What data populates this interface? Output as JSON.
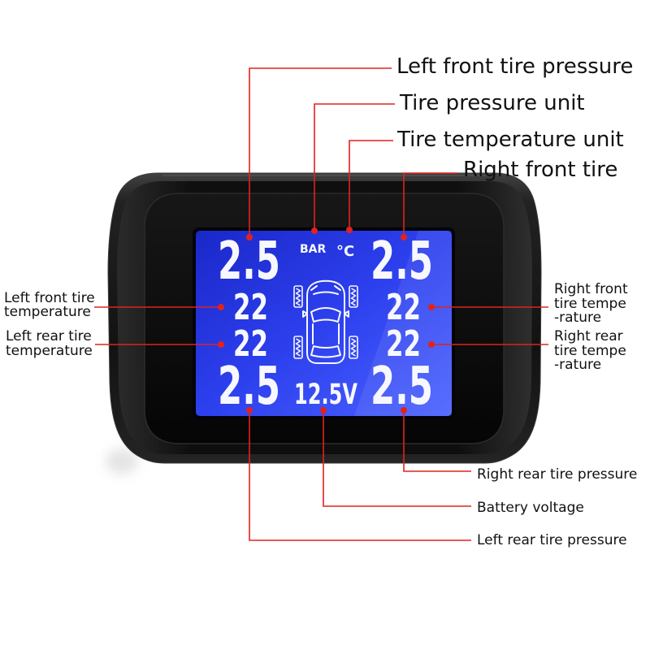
{
  "callouts": {
    "left_front_tire_pressure": "Left front tire pressure",
    "tire_pressure_unit": "Tire pressure unit",
    "tire_temperature_unit": "Tire temperature unit",
    "right_front_tire": "Right front tire",
    "left_front_tire_temperature": [
      "Left front tire",
      "temperature"
    ],
    "left_rear_tire_temperature": [
      "Left rear tire",
      "temperature"
    ],
    "right_front_tire_temperature": [
      "Right front",
      "tire tempe",
      "-rature"
    ],
    "right_rear_tire_temperature": [
      "Right rear",
      "tire tempe",
      "-rature"
    ],
    "right_rear_tire_pressure": "Right rear tire pressure",
    "battery_voltage": "Battery voltage",
    "left_rear_tire_pressure": "Left rear tire pressure"
  },
  "lcd": {
    "left_front_pressure": "2.5",
    "right_front_pressure": "2.5",
    "left_rear_pressure": "2.5",
    "right_rear_pressure": "2.5",
    "pressure_unit": "BAR",
    "temperature_unit": "°C",
    "left_front_temperature": "22",
    "left_rear_temperature": "22",
    "right_front_temperature": "22",
    "right_rear_temperature": "22",
    "battery_voltage": "12.5V",
    "vehicle_icon": "car-top-view-icon"
  },
  "colors": {
    "callout_red": "#e0231e",
    "lcd_blue": "#2d40ee",
    "lcd_text": "#f7f8ff",
    "device_body": "#101010",
    "label_text": "#111111"
  }
}
